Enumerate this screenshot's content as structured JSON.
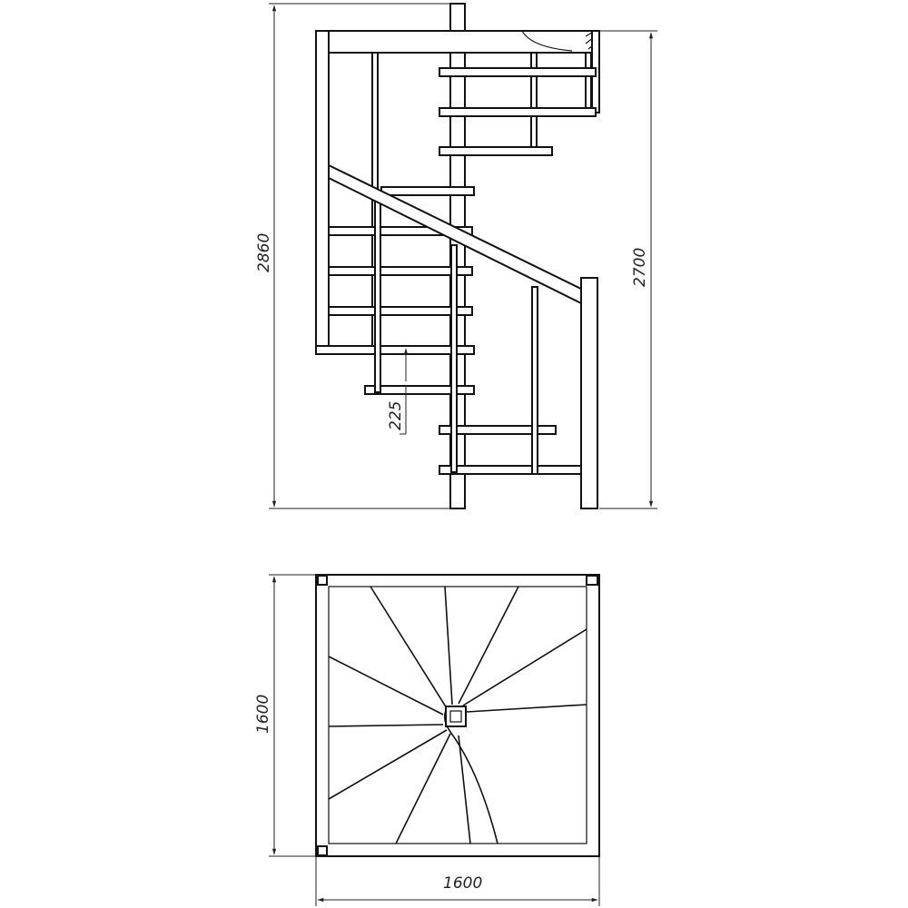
{
  "dimensions": {
    "total_height": "2860",
    "floor_height": "2700",
    "step_rise": "225",
    "plan_depth": "1600",
    "plan_width": "1600"
  },
  "colors": {
    "line": "#111111",
    "dimension": "#222222",
    "background": "#ffffff"
  }
}
